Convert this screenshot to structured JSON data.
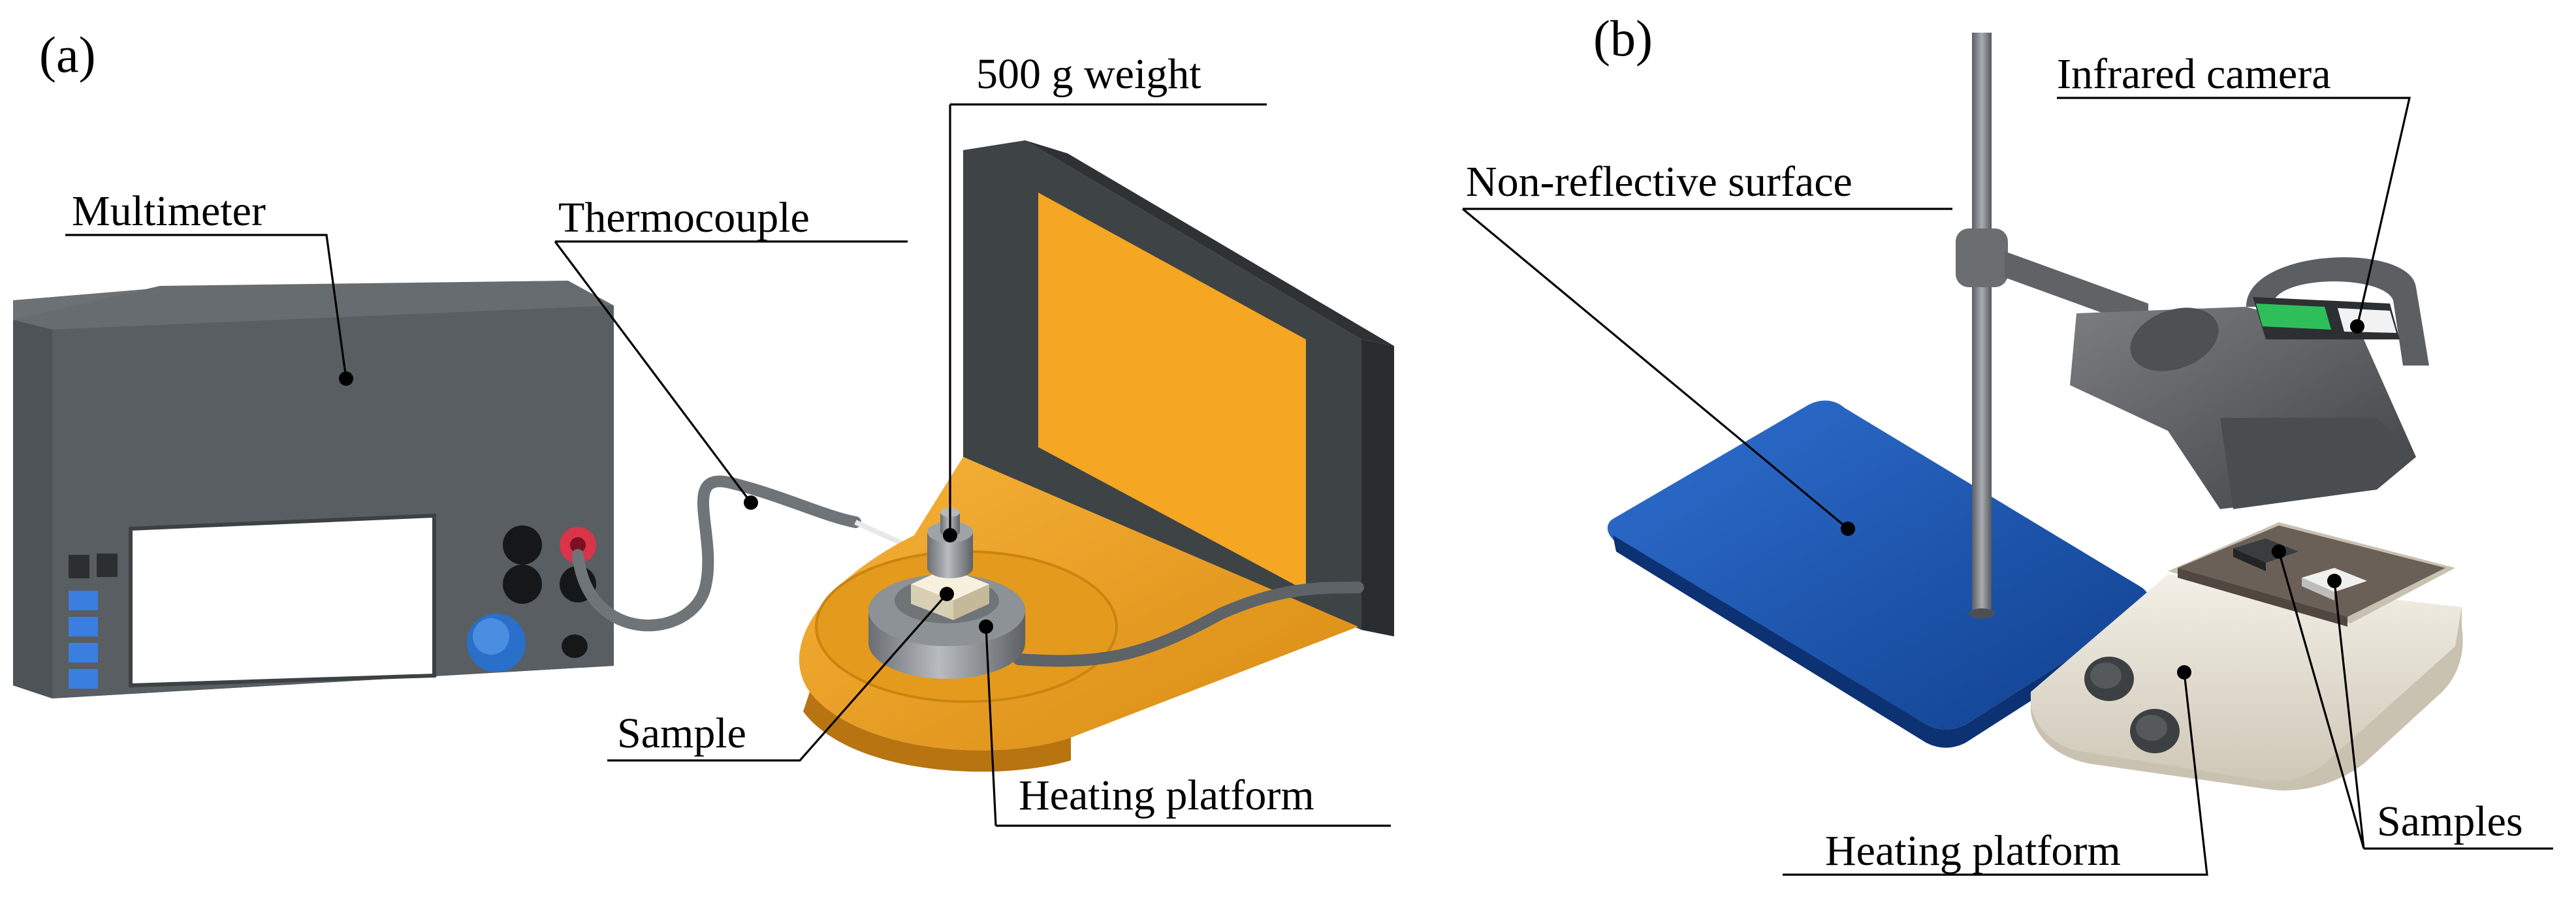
{
  "panels": {
    "a": {
      "tag": "(a)",
      "labels": {
        "multimeter": "Multimeter",
        "thermocouple": "Thermocouple",
        "weight": "500 g weight",
        "sample": "Sample",
        "heating_platform": "Heating platform"
      }
    },
    "b": {
      "tag": "(b)",
      "labels": {
        "infrared_camera": "Infrared camera",
        "non_reflective_surface": "Non-reflective surface",
        "heating_platform": "Heating platform",
        "samples": "Samples"
      }
    }
  },
  "colors": {
    "multimeter_body": "#5c6266",
    "heating_platform_a": "#f0a020",
    "backboard": "#f5a623",
    "non_reflective_surface": "#1a56b0",
    "heating_platform_b": "#e6e1d6",
    "knob_blue": "#2a6fc9",
    "probe_red": "#d9344a",
    "camera_green": "#2fbf5a"
  }
}
